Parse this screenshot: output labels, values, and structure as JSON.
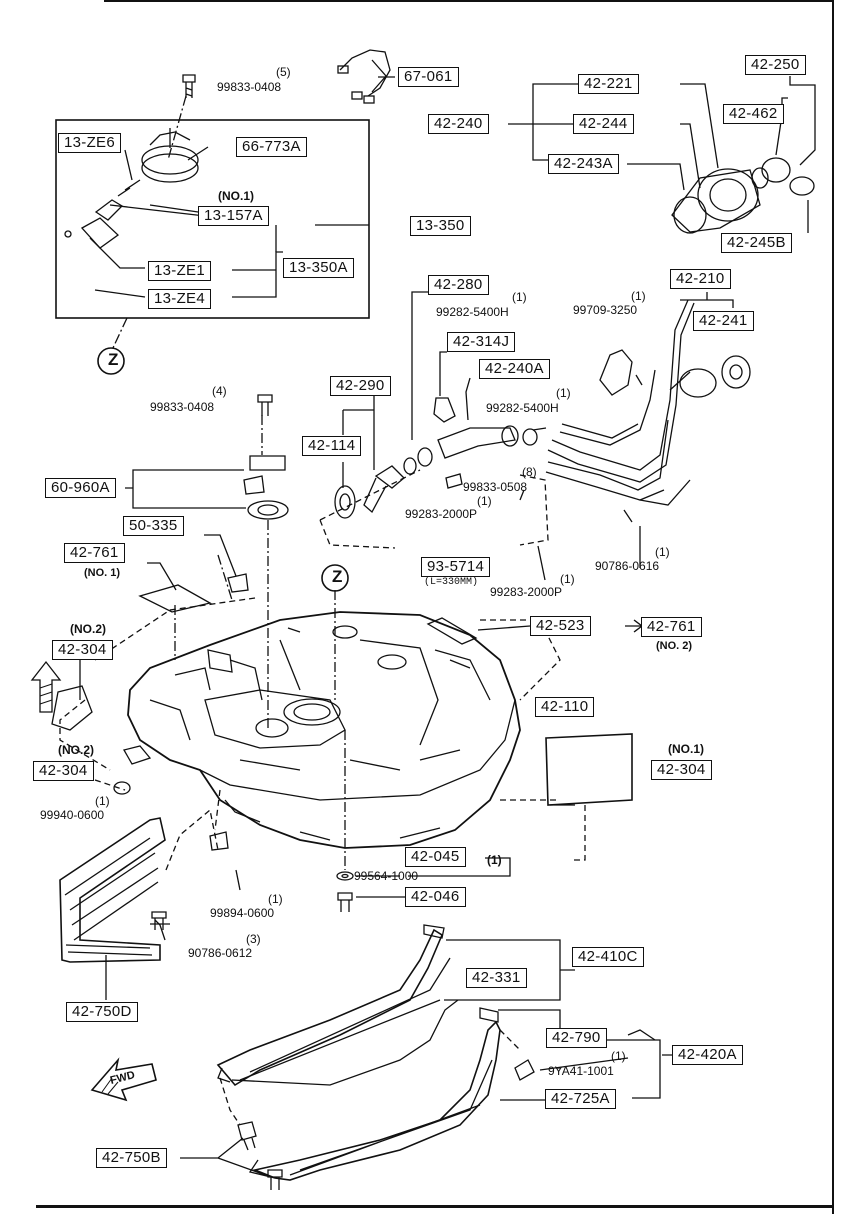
{
  "callouts": {
    "b67061": "67-061",
    "b13ze6": "13-ZE6",
    "b66773a": "66-773A",
    "b13157a": "13-157A",
    "b13350": "13-350",
    "b13ze1": "13-ZE1",
    "b13350a": "13-350A",
    "b13ze4": "13-ZE4",
    "b42221": "42-221",
    "b42250": "42-250",
    "b42240": "42-240",
    "b42244": "42-244",
    "b42462": "42-462",
    "b42243a": "42-243A",
    "b42245b": "42-245B",
    "b42280": "42-280",
    "b42210": "42-210",
    "b42314j": "42-314J",
    "b42241": "42-241",
    "b42240a": "42-240A",
    "b42290": "42-290",
    "b42114": "42-114",
    "b60960a": "60-960A",
    "b50335": "50-335",
    "b42761a": "42-761",
    "b935714": "93-5714",
    "b42523": "42-523",
    "b42761b": "42-761",
    "b42304a": "42-304",
    "b42110": "42-110",
    "b42304b": "42-304",
    "b42304c": "42-304",
    "b42045": "42-045",
    "b42046": "42-046",
    "b42410c": "42-410C",
    "b42331": "42-331",
    "b42750d": "42-750D",
    "b42790": "42-790",
    "b42420a": "42-420A",
    "b42725a": "42-725A",
    "b42750b": "42-750B"
  },
  "parts": {
    "p9983304085": "99833-0408",
    "p99282a": "99282-5400H",
    "p99709": "99709-3250",
    "p99282b": "99282-5400H",
    "p99833a": "99833-0408",
    "p99833b": "99833-0508",
    "p99283a": "99283-2000P",
    "p90786a": "90786-0616",
    "p99283b": "99283-2000P",
    "p99940": "99940-0600",
    "p99564": "99564-1000",
    "p99894": "99894-0600",
    "p90786b": "90786-0612",
    "p9ya41": "9YA41-1001"
  },
  "quantities": {
    "q5": "(5)",
    "qno1a": "(NO.1)",
    "q1a": "(1)",
    "q1b": "(1)",
    "q1c": "(1)",
    "q4": "(4)",
    "q8": "(8)",
    "q1d": "(1)",
    "q1e": "(1)",
    "q1f": "(1)",
    "qno1b": "(NO. 1)",
    "qno2a": "(NO. 2)",
    "qno2b": "(NO.2)",
    "qno2c": "(NO.2)",
    "qno1c": "(NO.1)",
    "q1g": "(1)",
    "q1h": "(1)",
    "q1i": "(1)",
    "q3": "(3)",
    "q1j": "(1)"
  },
  "hose_length": "(L=330MM)",
  "marker_z": "Z",
  "fwd_label": "FWD",
  "colors": {
    "ink": "#111111",
    "paper": "#ffffff"
  }
}
